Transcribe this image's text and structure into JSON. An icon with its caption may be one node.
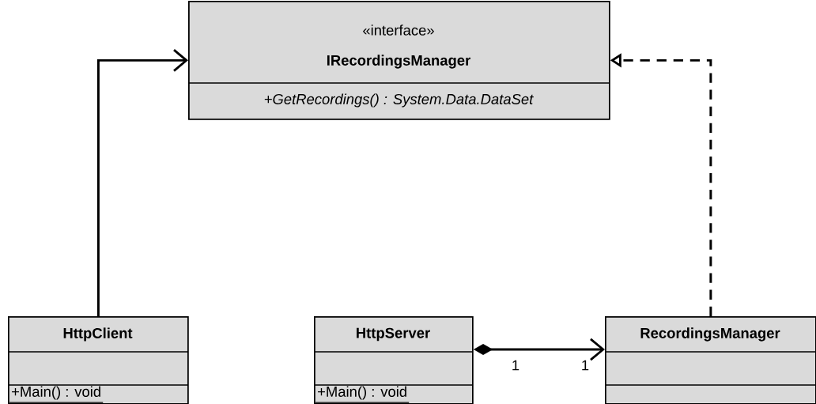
{
  "diagram": {
    "nodes": [
      {
        "text": [
          "«interface»",
          "IRecordingsManager",
          "+GetRecordings() : System.Data.DataSet"
        ]
      },
      {
        "text": [
          "HttpClient",
          "+Main() : void"
        ]
      },
      {
        "text": [
          "HttpServer",
          "+Main() : void"
        ]
      },
      {
        "text": [
          "RecordingsManager"
        ]
      }
    ],
    "edges": [
      {
        "from": 1,
        "to": 0,
        "arrow": "to"
      },
      {
        "from": 3,
        "to": 0,
        "arrow": "to",
        "style": "dashed"
      },
      {
        "from": 2,
        "to": 3,
        "arrow": "to"
      }
    ],
    "labels": [
      "1",
      "1"
    ]
  }
}
